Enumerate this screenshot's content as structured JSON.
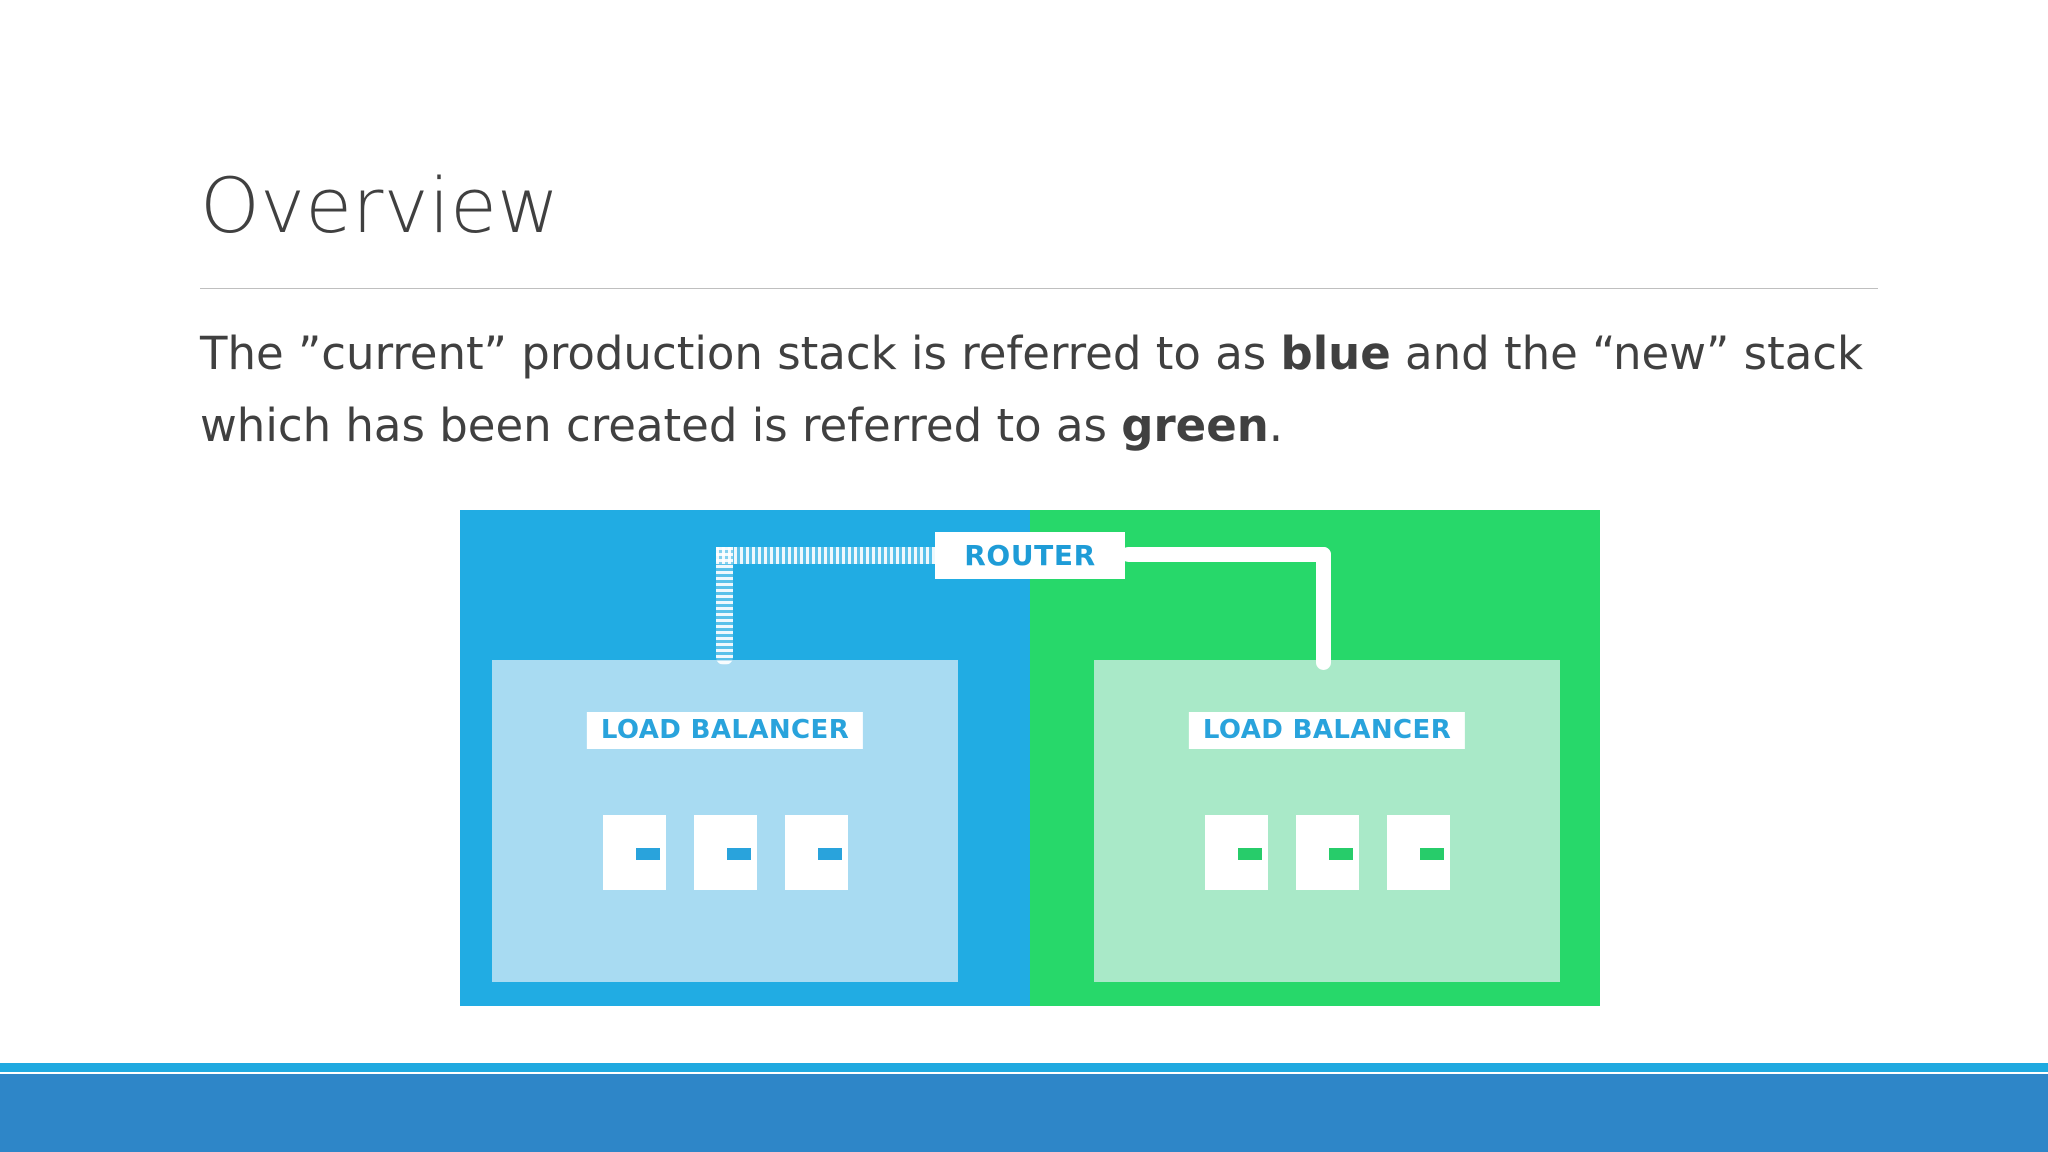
{
  "slide": {
    "title": "Overview",
    "body": {
      "line1_pre": "The ”current” production stack is referred to as ",
      "line1_bold": "blue",
      "line1_post": " and the “new” stack which has been created is referred to as ",
      "line2_bold": "green",
      "line2_post": "."
    }
  },
  "diagram": {
    "router_label": "ROUTER",
    "blue_stack": {
      "name": "blue",
      "load_balancer_label": "LOAD BALANCER",
      "servers": [
        {
          "label": ""
        },
        {
          "label": ""
        },
        {
          "label": ""
        }
      ],
      "connector_style": "dashed"
    },
    "green_stack": {
      "name": "green",
      "load_balancer_label": "LOAD BALANCER",
      "servers": [
        {
          "label": ""
        },
        {
          "label": ""
        },
        {
          "label": ""
        }
      ],
      "connector_style": "solid"
    }
  },
  "colors": {
    "blue_panel": "#21ace3",
    "blue_inner": "#a8dbf2",
    "blue_accent": "#29a3dc",
    "green_panel": "#27d86a",
    "green_inner": "#a9e9c8",
    "green_accent": "#27cc6a",
    "title_text": "#404040",
    "rule": "#bfbfbf",
    "footer_strip": "#1fa9e0",
    "footer_bar": "#2e86c8"
  }
}
